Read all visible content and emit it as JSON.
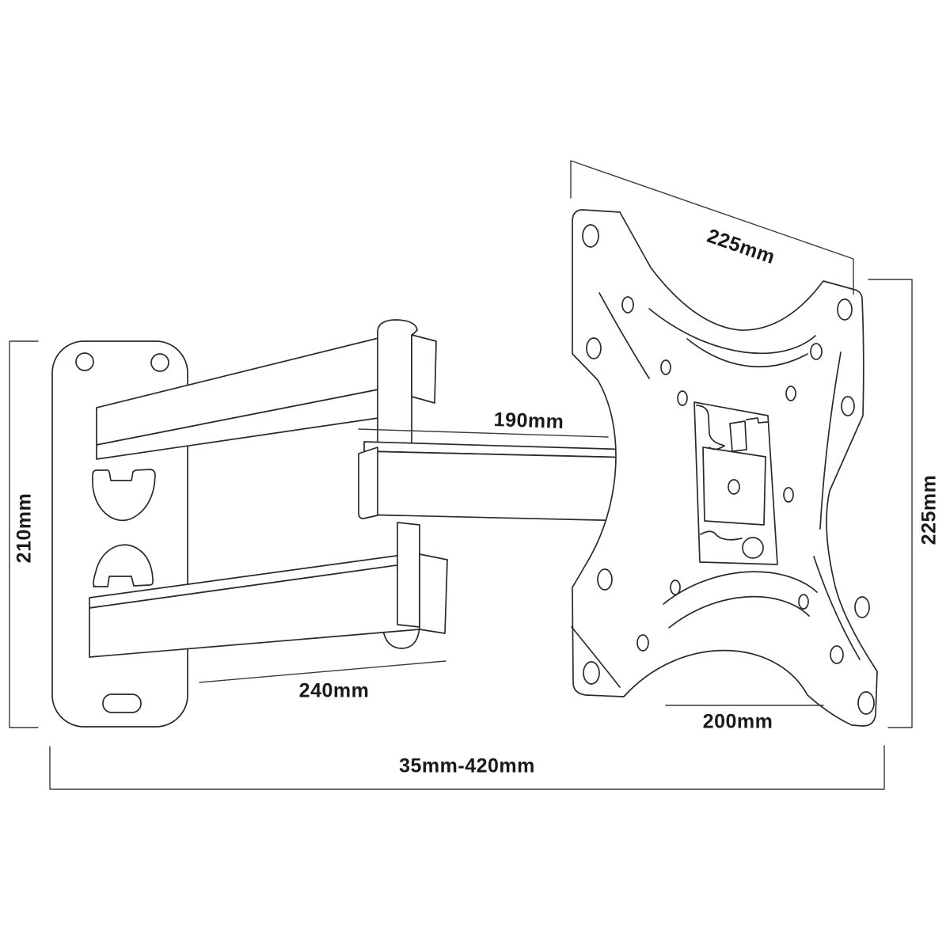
{
  "drawing": {
    "description": "Technical line drawing of an articulating TV wall mount, side-front perspective view",
    "stroke_color": "#2a2a2a",
    "label_color": "#1a1a1a",
    "background": "#ffffff"
  },
  "labels": {
    "wall_plate_height": "210mm",
    "front_plate_width": "225mm",
    "front_plate_height": "225mm",
    "upper_extension_arm": "190mm",
    "lower_arm_length": "240mm",
    "vesa_bottom_width": "200mm",
    "extension_range": "35mm-420mm"
  }
}
